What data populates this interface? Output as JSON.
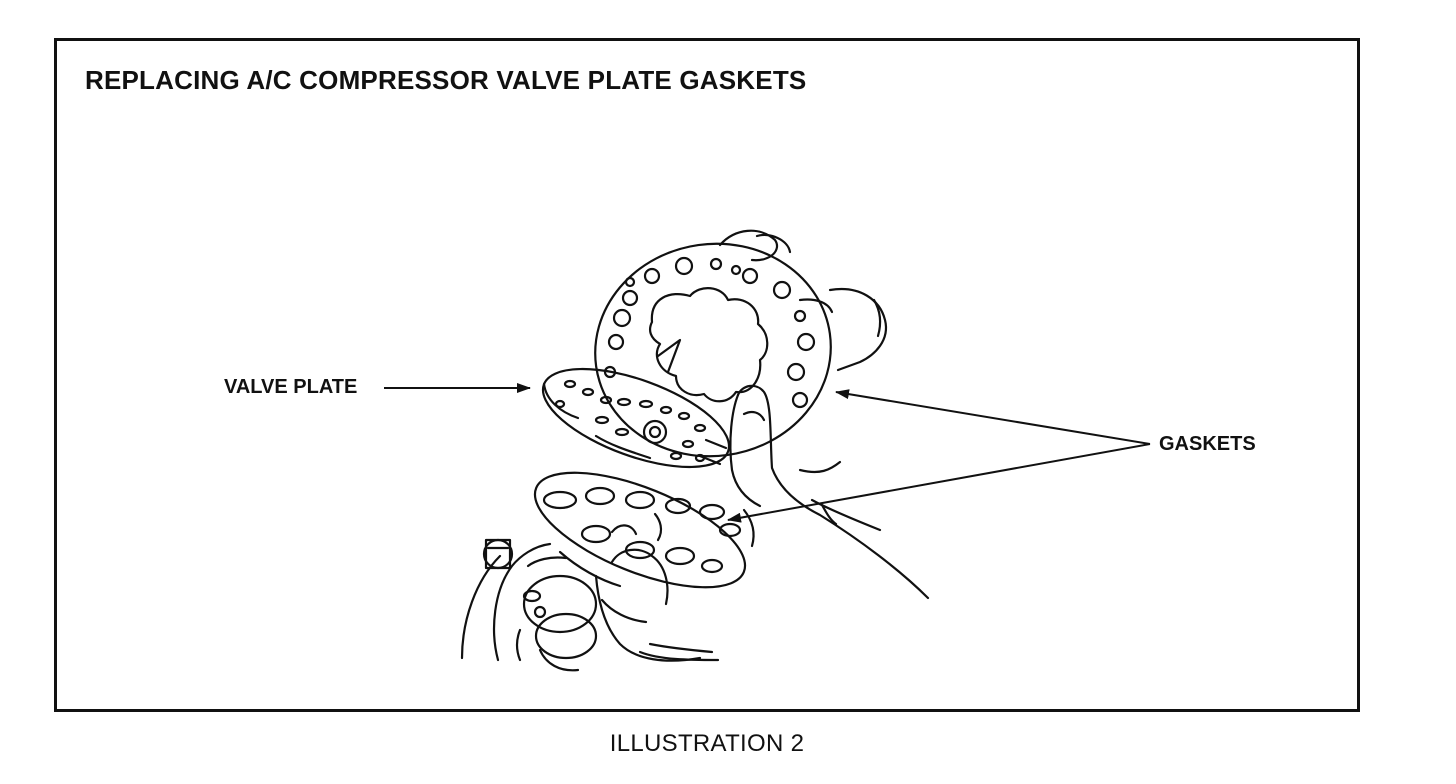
{
  "illustration": {
    "title": "REPLACING A/C COMPRESSOR VALVE PLATE GASKETS",
    "labels": {
      "valve_plate": "VALVE PLATE",
      "gaskets": "GASKETS"
    },
    "caption": "ILLUSTRATION 2"
  },
  "colors": {
    "line": "#111111",
    "background": "#ffffff"
  }
}
